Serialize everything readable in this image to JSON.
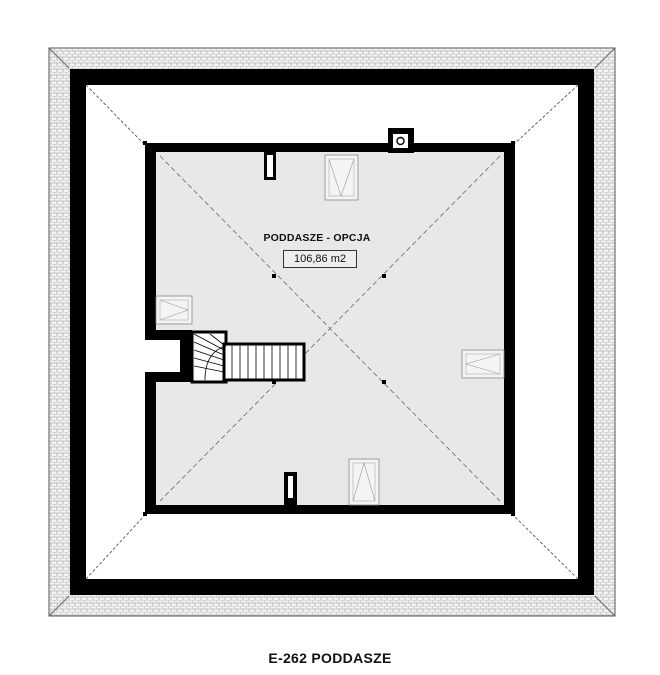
{
  "room": {
    "name": "PODDASZE - OPCJA",
    "area": "106,86 m2"
  },
  "caption": "E-262 PODDASZE"
}
